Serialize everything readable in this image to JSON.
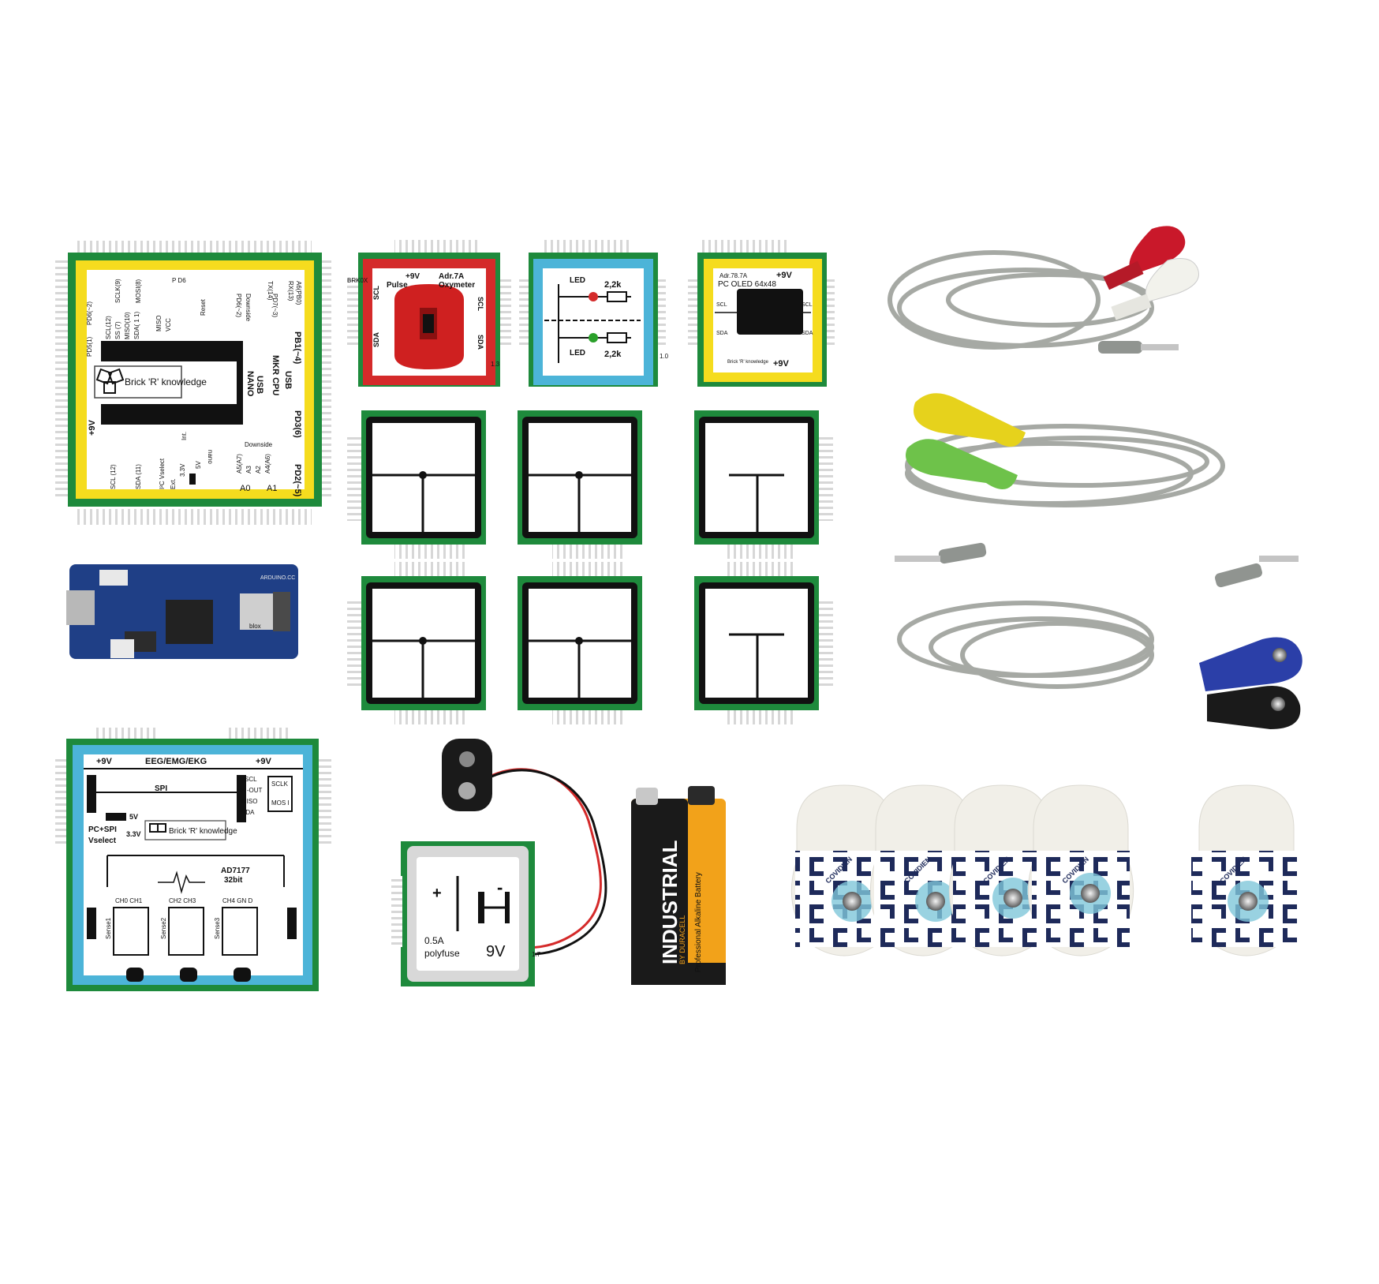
{
  "colors": {
    "background": "#ffffff",
    "board_green": "#1e8a3c",
    "frame_yellow": "#f5dc1e",
    "frame_red": "#d42a2a",
    "frame_blue": "#4cb4d8",
    "frame_black": "#111111",
    "cable_gray": "#a6a9a4",
    "electrode_navy": "#1e2a5a"
  },
  "mkr_brick": {
    "labels": {
      "pd6": "PD6(~2)",
      "sclk": "SCLK(9)",
      "mosi": "MOSI(8)",
      "pd6_sm": "P D6",
      "rx": "RX(13)",
      "tx": "TX(14)",
      "a6pb": "A6(PB0)",
      "pd5": "PD5(1)",
      "scl12": "SCL(12)",
      "ss7": "SS (7)",
      "miso10": "MISO(10)",
      "sda11": "SDA( 1 1)",
      "miso": "MISO",
      "vcc": "VCC",
      "reset": "Reset",
      "pd6b": "PD6(~2)",
      "pd7": "PD7(~3)",
      "downside": "Downside",
      "pb1": "PB1(~4)",
      "nano": "NANO",
      "usb": "USB",
      "mkr_cpu": "MKR CPU",
      "usb2": "USB",
      "pd3": "PD3(6)",
      "plus9v": "+9V",
      "int": "Int.",
      "nano_small": "nano",
      "i2c": "I²C Vselect",
      "v33": "3.3V",
      "v5": "5V",
      "ext": "Ext.",
      "scl12b": "SCL (12)",
      "sda11b": "SDA (11)",
      "a5": "A5(A7)",
      "a3": "A3",
      "a2": "A2",
      "a4": "A4(A6)",
      "a0": "A0",
      "a1": "A1",
      "pd2": "PD2(~5)",
      "downside2": "Downside"
    },
    "logo": "Brick 'R' knowledge"
  },
  "pulse_brick": {
    "v9": "+9V",
    "adr": "Adr.7A",
    "pulse": "Pulse",
    "oxy": "Oxymeter",
    "scl": "SCL",
    "sda": "SDA",
    "scl2": "SCL",
    "sda2": "SDA",
    "ver": "1.3",
    "code": "BRK0X"
  },
  "led_brick": {
    "led1": "LED",
    "r1": "2,2k",
    "led2": "LED",
    "r2": "2,2k",
    "ver": "1.0"
  },
  "oled_brick": {
    "adr": "Adr.78.7A",
    "v9": "+9V",
    "title": "PC OLED  64x48",
    "scl": "SCL",
    "sda": "SDA",
    "scl2": "SCL",
    "sda2": "SDA",
    "v9b": "+9V",
    "logo": "Brick 'R' knowledge"
  },
  "arduino_board": {
    "brand": "ARDUINO.CC",
    "chip": "blox"
  },
  "eeg_brick": {
    "v9l": "+9V",
    "title": "EEG/EMG/EKG",
    "v9r": "+9V",
    "spi": "SPI",
    "scl": "SCL",
    "ss": "SS -OUT",
    "miso": "MISO",
    "sda": "SDA",
    "sclk": "SCLK",
    "mosi": "MOS I",
    "v5": "5V",
    "v33": "3.3V",
    "pcspi": "PC+SPI",
    "vselect": "Vselect",
    "logo": "Brick 'R' knowledge",
    "chip": "AD7177",
    "bits": "32bit",
    "ch": "CH0 CH1",
    "ch2": "CH2 CH3",
    "ch3": "CH4 GN  D",
    "s1": "Sense1",
    "s2": "Sense2",
    "s3": "Sense3"
  },
  "battery_brick": {
    "plus": "+",
    "minus": "-",
    "fuse": "0.5A",
    "fuse2": "polyfuse",
    "volt": "9V",
    "ver": "1.7"
  },
  "battery": {
    "brand": "INDUSTRIAL",
    "by": "BY DURACELL",
    "desc": "Professional Alkaline Battery"
  },
  "electrode": {
    "brand": "COVIDIEN"
  }
}
